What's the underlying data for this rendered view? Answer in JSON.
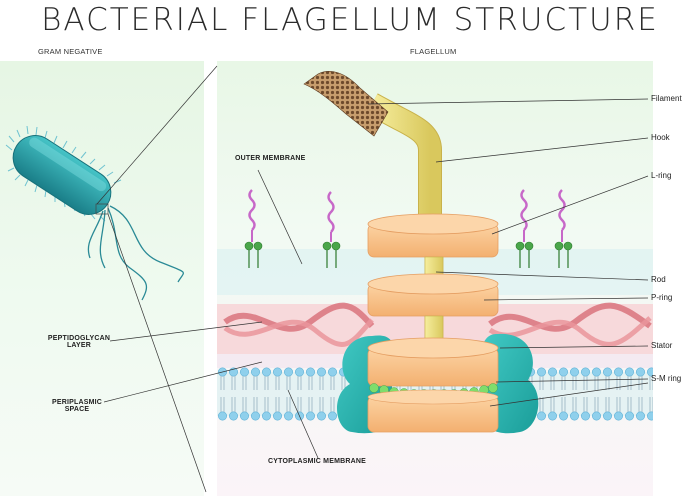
{
  "title": "BACTERIAL FLAGELLUM STRUCTURE",
  "headers": {
    "left": "GRAM NEGATIVE",
    "right": "FLAGELLUM"
  },
  "labels_left": {
    "outer_membrane": "OUTER MEMBRANE",
    "peptidoglycan_line1": "PEPTIDOGLYCAN",
    "peptidoglycan_line2": "LAYER",
    "periplasmic_line1": "PERIPLASMIC",
    "periplasmic_line2": "SPACE",
    "cytoplasmic": "CYTOPLASMIC MEMBRANE"
  },
  "labels_right": {
    "filament": "Filament",
    "hook": "Hook",
    "l_ring": "L-ring",
    "rod": "Rod",
    "p_ring": "P-ring",
    "stator": "Stator",
    "sm_ring": "S-M ring"
  },
  "colors": {
    "ring": "#f6be86",
    "ring_edge": "#e59e62",
    "hook": "#ecdf86",
    "filament": "#a8744a",
    "stator": "#2bb7b2",
    "membrane_head": "#8fd0ec",
    "peptidoglycan": "#f3c7cb",
    "sm_beads": "#7fdd6c",
    "bacterium": "#2a9fa6"
  }
}
